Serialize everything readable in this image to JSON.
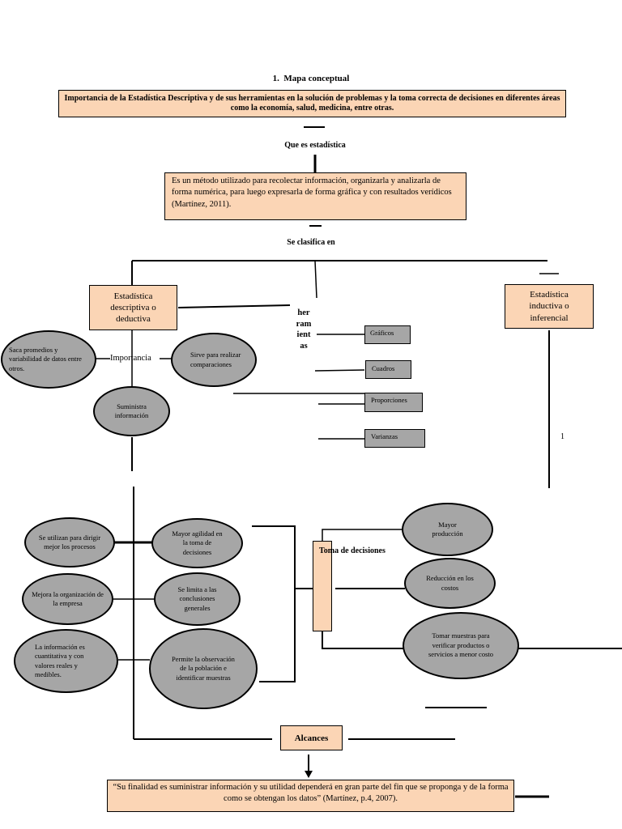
{
  "header": {
    "section_number": "1.",
    "section_title": "Mapa conceptual",
    "main_title": "Importancia de la Estadística Descriptiva y de sus herramientas en la solución de problemas y la toma correcta de decisiones en diferentes áreas como la economía, salud, medicina, entre otras."
  },
  "question": "Que es estadística",
  "definition": "Es un método utilizado para recolectar información, organizarla y analizarla de forma numérica, para luego expresarla de forma gráfica y con resultados verídicos (Martínez, 2011).",
  "classify_label": "Se clasifica en",
  "descriptive": {
    "label": "Estadística descriptiva o deductiva",
    "importance_label": "Importancia",
    "left_note": "Saca promedios y variabilidad de datos entre otros.",
    "right_note": "Sirve para realizar comparaciones",
    "bottom_note": "Suministra información"
  },
  "tools": {
    "label_lines": [
      "her",
      "ram",
      "ient",
      "as"
    ],
    "items": [
      "Gráficos",
      "Cuadros",
      "Proporciones",
      "Varianzas"
    ]
  },
  "inductive": {
    "label": "Estadística inductiva o inferencial",
    "marker": "1"
  },
  "left_ellipses": [
    "Se utilizan para dirigir mejor los procesos",
    "Mejora la organización de la empresa",
    "La información es cuantitativa y con valores reales y medibles."
  ],
  "middle_ellipses": [
    "Mayor agilidad en la toma de decisiones",
    "Se limita a las conclusiones generales",
    "Permite la observación de la población e identificar muestras"
  ],
  "decisions_label": "Toma de decisiones",
  "right_ellipses": [
    "Mayor producción",
    "Reducción en los costos",
    "Tomar muestras para verificar productos o servicios a menor costo"
  ],
  "scope_label": "Alcances",
  "quote": "“Su finalidad es suministrar información y su utilidad dependerá en gran parte del fin que se proponga y de la forma como se obtengan los datos” (Martínez, p.4, 2007)."
}
